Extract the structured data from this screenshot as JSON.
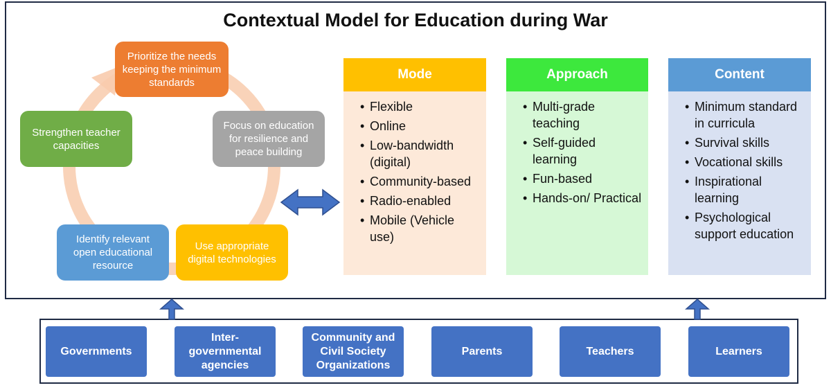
{
  "diagram": {
    "title": "Contextual Model for Education during War",
    "cycle": [
      {
        "id": "prioritize",
        "text": "Prioritize the needs keeping the minimum standards",
        "color": "#ed7d31"
      },
      {
        "id": "focus",
        "text": "Focus on education for resilience and peace building",
        "color": "#a5a5a5"
      },
      {
        "id": "digital",
        "text": "Use appropriate digital technologies",
        "color": "#ffc000"
      },
      {
        "id": "identify",
        "text": "Identify relevant open educational resource",
        "color": "#5b9bd5"
      },
      {
        "id": "strengthen",
        "text": "Strengthen teacher capacities",
        "color": "#70ad47"
      }
    ],
    "columns": [
      {
        "heading": "Mode",
        "head_color": "#ffc000",
        "body_color": "#fde9d9",
        "items": [
          "Flexible",
          "Online",
          "Low-bandwidth (digital)",
          "Community-based",
          "Radio-enabled",
          "Mobile (Vehicle use)"
        ]
      },
      {
        "heading": "Approach",
        "head_color": "#3de83d",
        "body_color": "#d6f8d6",
        "items": [
          "Multi-grade teaching",
          "Self-guided learning",
          "Fun-based",
          "Hands-on/ Practical"
        ]
      },
      {
        "heading": "Content",
        "head_color": "#5b9bd5",
        "body_color": "#d9e1f2",
        "items": [
          "Minimum standard in curricula",
          "Survival skills",
          "Vocational skills",
          "Inspirational learning",
          "Psychological support education"
        ]
      }
    ],
    "stakeholders": [
      "Governments",
      "Inter-governmental agencies",
      "Community and Civil Society Organizations",
      "Parents",
      "Teachers",
      "Learners"
    ],
    "colors": {
      "frame": "#1f2a44",
      "arrow": "#4472c4",
      "cycle_ring": "#f8cbad"
    }
  }
}
